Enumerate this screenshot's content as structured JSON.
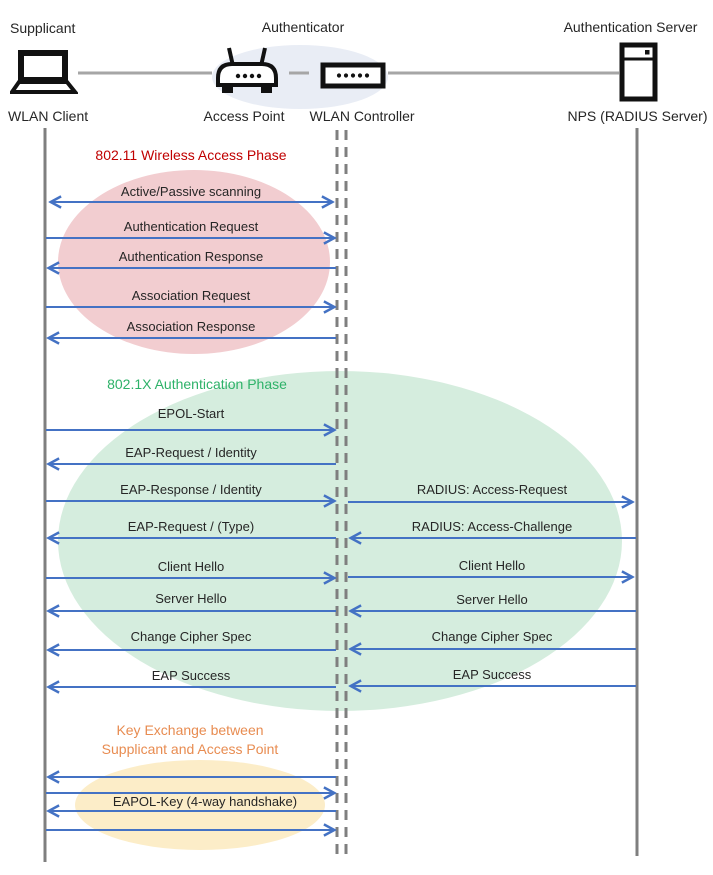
{
  "actors": {
    "supplicant": {
      "role": "Supplicant",
      "device": "WLAN Client"
    },
    "authenticator": {
      "role": "Authenticator",
      "access_point": "Access Point",
      "wlan_controller": "WLAN Controller"
    },
    "authentication_server": {
      "role": "Authentication Server",
      "device": "NPS (RADIUS Server)"
    }
  },
  "phases": {
    "wireless_access": {
      "title": "802.11 Wireless Access Phase",
      "color": "#C00000",
      "ellipse_fill": "#F2CDD0"
    },
    "authentication": {
      "title": "802.1X Authentication Phase",
      "color": "#2EB269",
      "ellipse_fill": "#D5EDDE"
    },
    "key_exchange": {
      "title_line1": "Key Exchange between",
      "title_line2": "Supplicant and Access Point",
      "color": "#E88C51",
      "ellipse_fill": "#FCEDC8"
    }
  },
  "messages": {
    "scanning": "Active/Passive scanning",
    "auth_request": "Authentication Request",
    "auth_response": "Authentication Response",
    "assoc_request": "Association Request",
    "assoc_response": "Association Response",
    "epol_start": "EPOL-Start",
    "eap_request_identity": "EAP-Request / Identity",
    "eap_response_identity": "EAP-Response / Identity",
    "radius_access_request": "RADIUS: Access-Request",
    "eap_request_type": "EAP-Request / (Type)",
    "radius_access_challenge": "RADIUS: Access-Challenge",
    "client_hello": "Client Hello",
    "server_hello": "Server Hello",
    "change_cipher_spec": "Change Cipher Spec",
    "eap_success": "EAP Success",
    "eapol_key": "EAPOL-Key (4-way handshake)"
  },
  "colors": {
    "arrow": "#4472C4",
    "lifeline": "#7F7F7F",
    "connector": "#A6A6A6",
    "authenticator_ellipse": "#E9EDF5"
  }
}
